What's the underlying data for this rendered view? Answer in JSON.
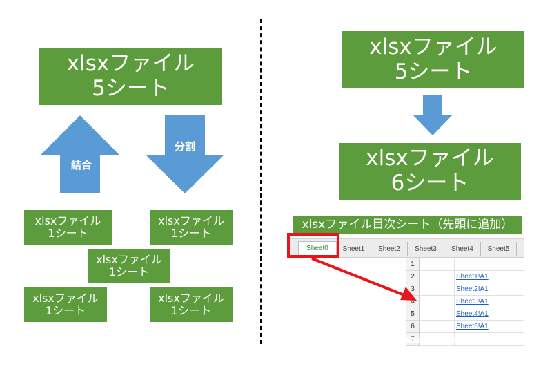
{
  "left": {
    "top_box": {
      "line1": "xlsxファイル",
      "line2": "5シート"
    },
    "merge_label": "結合",
    "split_label": "分割",
    "small_boxes": [
      {
        "line1": "xlsxファイル",
        "line2": "1シート"
      },
      {
        "line1": "xlsxファイル",
        "line2": "1シート"
      },
      {
        "line1": "xlsxファイル",
        "line2": "1シート"
      },
      {
        "line1": "xlsxファイル",
        "line2": "1シート"
      },
      {
        "line1": "xlsxファイル",
        "line2": "1シート"
      }
    ]
  },
  "right": {
    "top_box": {
      "line1": "xlsxファイル",
      "line2": "5シート"
    },
    "result_box": {
      "line1": "xlsxファイル",
      "line2": "6シート"
    },
    "toc_label": "xlsxファイル目次シート（先頭に追加）",
    "sheet_tabs": [
      "Sheet0",
      "Sheet1",
      "Sheet2",
      "Sheet3",
      "Sheet4",
      "Sheet5"
    ],
    "row_numbers": [
      "1",
      "2",
      "3",
      "4",
      "5",
      "6",
      "7"
    ],
    "links": [
      "",
      "Sheet1!A1",
      "Sheet2!A1",
      "Sheet3!A1",
      "Sheet4!A1",
      "Sheet5!A1",
      ""
    ]
  },
  "colors": {
    "green": "#5d9c3c",
    "blue_arrow": "#5b9bd5",
    "red": "#e8161b"
  }
}
